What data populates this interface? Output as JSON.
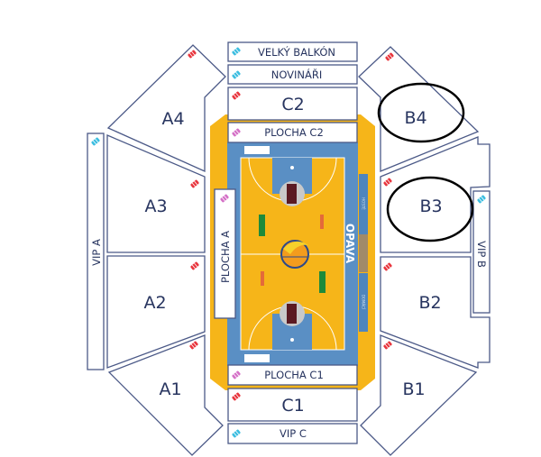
{
  "sections": {
    "velky_balkon": "VELKÝ BALKÓN",
    "novinari": "NOVINÁŘI",
    "c2": "C2",
    "plocha_c2": "PLOCHA C2",
    "plocha_a": "PLOCHA A",
    "plocha_c1": "PLOCHA C1",
    "c1": "C1",
    "vip_c": "VIP C",
    "vip_a": "VIP A",
    "vip_b": "VIP B",
    "a1": "A1",
    "a2": "A2",
    "a3": "A3",
    "a4": "A4",
    "b1": "B1",
    "b2": "B2",
    "b3": "B3",
    "b4": "B4"
  },
  "court": {
    "team_name": "OPAVA",
    "bench_away": "HOSTÉ",
    "bench_home": "DOMÁCÍ"
  },
  "colors": {
    "ticket_standard": "#e8343c",
    "ticket_vip": "#3bbde0",
    "ticket_floor": "#d46fc6",
    "court_floor": "#f6b519",
    "court_border": "#5a8fc4",
    "section_stroke": "#4b5987",
    "highlight_circle": "#000000"
  }
}
